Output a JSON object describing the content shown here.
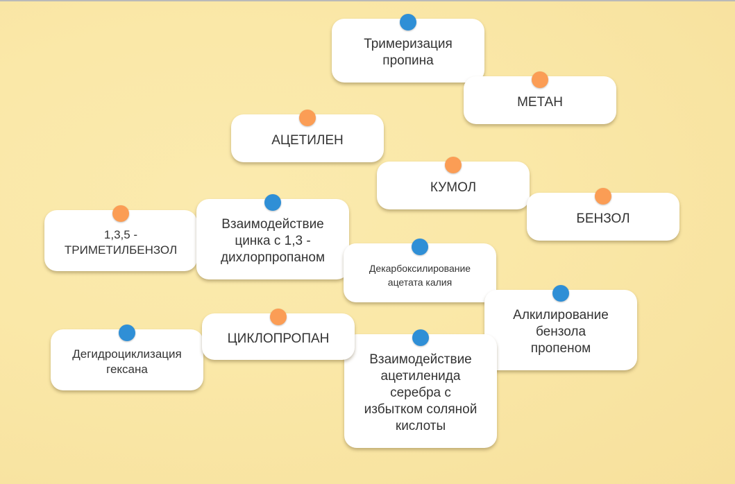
{
  "colors": {
    "blue": "#2f8fd6",
    "orange": "#fb9d55"
  },
  "cards": [
    {
      "text": "Тримеризация пропина",
      "dot": "blue"
    },
    {
      "text": "МЕТАН",
      "dot": "orange"
    },
    {
      "text": "АЦЕТИЛЕН",
      "dot": "orange"
    },
    {
      "text": "КУМОЛ",
      "dot": "orange"
    },
    {
      "text": "БЕНЗОЛ",
      "dot": "orange"
    },
    {
      "text": "1,3,5 - ТРИМЕТИЛБЕНЗОЛ",
      "dot": "orange"
    },
    {
      "text": "Взаимодействие цинка с 1,3 - дихлорпропаном",
      "dot": "blue"
    },
    {
      "text": "Декарбоксилирование ацетата калия",
      "dot": "blue"
    },
    {
      "text": "Алкилирование бензола пропеном",
      "dot": "blue"
    },
    {
      "text": "Дегидроциклизация гексана",
      "dot": "blue"
    },
    {
      "text": "ЦИКЛОПРОПАН",
      "dot": "orange"
    },
    {
      "text": "Взаимодействие ацетиленида серебра с избытком соляной кислоты",
      "dot": "blue"
    }
  ]
}
